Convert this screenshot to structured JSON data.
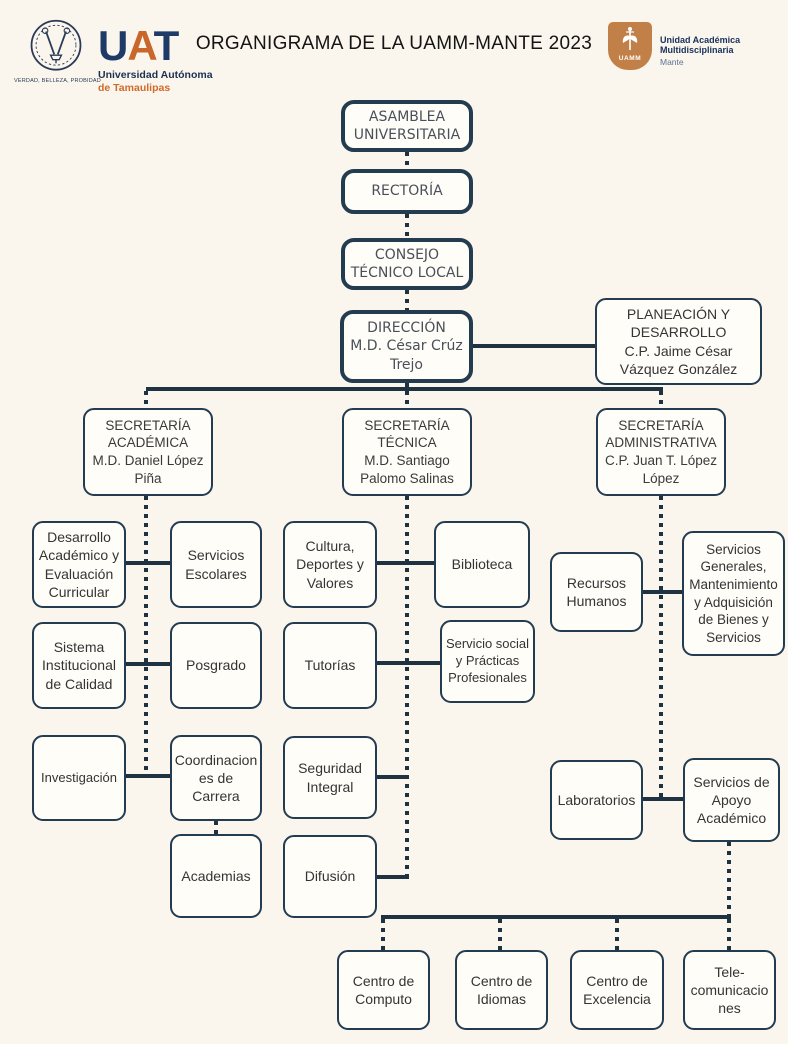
{
  "header": {
    "title": "ORGANIGRAMA DE LA UAMM-MANTE 2023",
    "uat_seal": {
      "motto": "VERDAD, BELLEZA, PROBIDAD"
    },
    "uat_logo": {
      "letters": [
        "U",
        "A",
        "T"
      ],
      "line1": "Universidad Autónoma",
      "line2": "de Tamaulipas"
    },
    "uamm_logo": {
      "shield_label": "UAMM",
      "line1": "Unidad Académica Multidisciplinaria",
      "line2": "Mante"
    }
  },
  "colors": {
    "background": "#faf6ee",
    "box_fill": "#fffdf8",
    "line_navy": "#1e3242",
    "uat_navy": "#1e3a66",
    "uat_orange": "#c9662a",
    "uamm_shield_orange": "#c28049"
  },
  "org": {
    "nodes": {
      "asamblea": "ASAMBLEA\nUNIVERSITARIA",
      "rectoria": "RECTORÍA",
      "consejo": "CONSEJO\nTÉCNICO LOCAL",
      "direccion": "DIRECCIÓN\nM.D. César Crúz\nTrejo",
      "planeacion": "PLANEACIÓN Y\nDESARROLLO\nC.P. Jaime César\nVázquez González",
      "sec_academica": "SECRETARÍA\nACADÉMICA\nM.D. Daniel López\nPiña",
      "sec_tecnica": "SECRETARÍA\nTÉCNICA\nM.D. Santiago\nPalomo Salinas",
      "sec_administrativa": "SECRETARÍA\nADMINISTRATIVA\nC.P. Juan T. López\nLópez",
      "desarrollo": "Desarrollo\nAcadémico y\nEvaluación\nCurricular",
      "servicios_escolares": "Servicios\nEscolares",
      "sistema": "Sistema\nInstitucional\nde Calidad",
      "posgrado": "Posgrado",
      "investigacion": "Investigación",
      "coordinaciones": "Coordinacion\nes de\nCarrera",
      "academias": "Academias",
      "cultura": "Cultura,\nDeportes y\nValores",
      "biblioteca": "Biblioteca",
      "tutorias": "Tutorías",
      "servicio_social": "Servicio social\ny Prácticas\nProfesionales",
      "seguridad": "Seguridad\nIntegral",
      "difusion": "Difusión",
      "recursos": "Recursos\nHumanos",
      "servicios_generales": "Servicios\nGenerales,\nMantenimiento\ny Adquisición\nde Bienes y\nServicios",
      "laboratorios": "Laboratorios",
      "servicios_apoyo": "Servicios de\nApoyo\nAcadémico",
      "centro_computo": "Centro de\nComputo",
      "centro_idiomas": "Centro de\nIdiomas",
      "centro_excelencia": "Centro de\nExcelencia",
      "telecomunicaciones": "Tele-\ncomunicacio\nnes"
    },
    "connections": [
      {
        "from": "asamblea",
        "to": "rectoria",
        "style": "dotted"
      },
      {
        "from": "rectoria",
        "to": "consejo",
        "style": "dotted"
      },
      {
        "from": "consejo",
        "to": "direccion",
        "style": "dotted"
      },
      {
        "from": "direccion",
        "to": "planeacion",
        "style": "solid"
      },
      {
        "from": "direccion",
        "to": "sec_academica",
        "style": "solid+dotted"
      },
      {
        "from": "direccion",
        "to": "sec_tecnica",
        "style": "solid+dotted"
      },
      {
        "from": "direccion",
        "to": "sec_administrativa",
        "style": "solid+dotted"
      },
      {
        "from": "sec_academica",
        "to": "desarrollo",
        "style": "dotted-spine"
      },
      {
        "from": "sec_academica",
        "to": "servicios_escolares",
        "style": "dotted-spine"
      },
      {
        "from": "sec_academica",
        "to": "sistema",
        "style": "dotted-spine"
      },
      {
        "from": "sec_academica",
        "to": "posgrado",
        "style": "dotted-spine"
      },
      {
        "from": "sec_academica",
        "to": "investigacion",
        "style": "dotted-spine"
      },
      {
        "from": "sec_academica",
        "to": "coordinaciones",
        "style": "dotted-spine"
      },
      {
        "from": "coordinaciones",
        "to": "academias",
        "style": "dotted"
      },
      {
        "from": "sec_tecnica",
        "to": "cultura",
        "style": "dotted-spine"
      },
      {
        "from": "sec_tecnica",
        "to": "biblioteca",
        "style": "dotted-spine"
      },
      {
        "from": "sec_tecnica",
        "to": "tutorias",
        "style": "dotted-spine"
      },
      {
        "from": "sec_tecnica",
        "to": "servicio_social",
        "style": "dotted-spine"
      },
      {
        "from": "sec_tecnica",
        "to": "seguridad",
        "style": "dotted-spine"
      },
      {
        "from": "sec_tecnica",
        "to": "difusion",
        "style": "dotted-spine"
      },
      {
        "from": "sec_administrativa",
        "to": "recursos",
        "style": "dotted-spine"
      },
      {
        "from": "sec_administrativa",
        "to": "servicios_generales",
        "style": "dotted-spine"
      },
      {
        "from": "sec_administrativa",
        "to": "laboratorios",
        "style": "dotted-spine"
      },
      {
        "from": "sec_administrativa",
        "to": "servicios_apoyo",
        "style": "dotted-spine"
      },
      {
        "from": "servicios_apoyo",
        "to": "centro_computo",
        "style": "dotted+bar"
      },
      {
        "from": "servicios_apoyo",
        "to": "centro_idiomas",
        "style": "dotted+bar"
      },
      {
        "from": "servicios_apoyo",
        "to": "centro_excelencia",
        "style": "dotted+bar"
      },
      {
        "from": "servicios_apoyo",
        "to": "telecomunicaciones",
        "style": "dotted+bar"
      }
    ]
  }
}
